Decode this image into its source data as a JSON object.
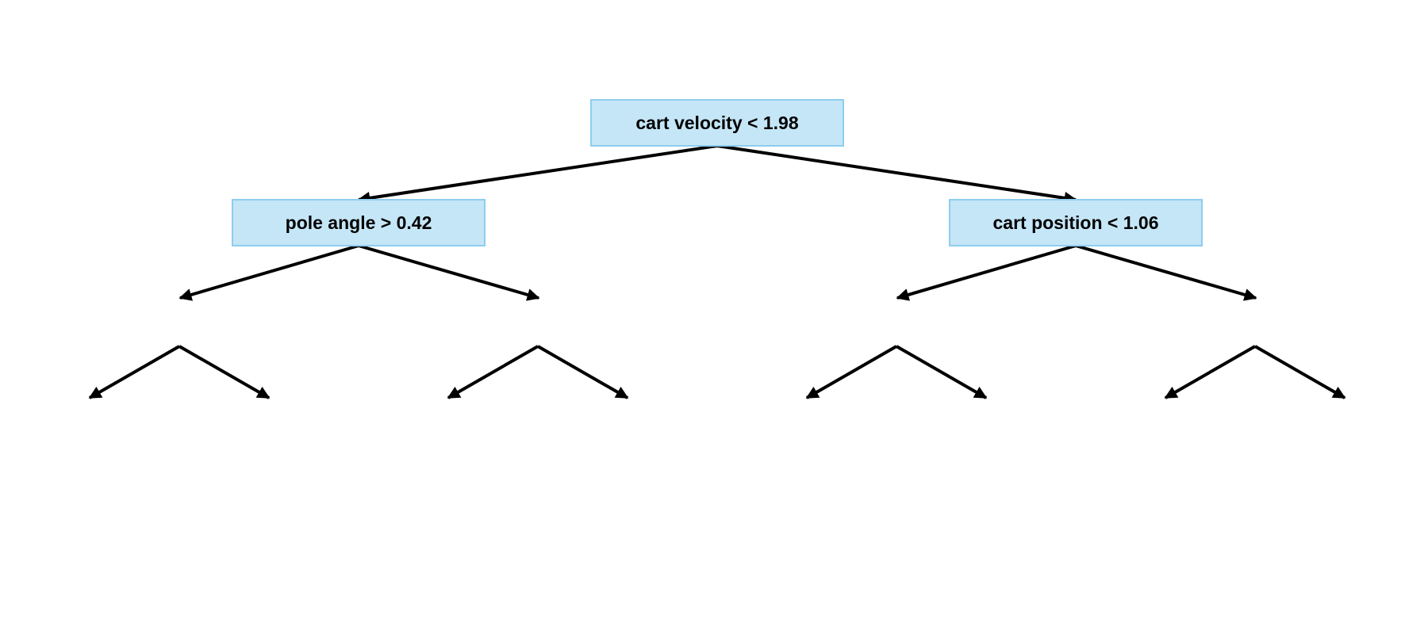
{
  "diagram": {
    "type": "decision-tree",
    "colors": {
      "node_fill": "#c5e6f7",
      "node_border": "#8ecdee",
      "edge": "#000000",
      "text": "#000000"
    },
    "nodes": [
      {
        "id": "root",
        "label": "cart velocity < 1.98"
      },
      {
        "id": "left",
        "label": "pole angle > 0.42"
      },
      {
        "id": "right",
        "label": "cart position < 1.06"
      }
    ],
    "edges": [
      [
        "root",
        "left"
      ],
      [
        "root",
        "right"
      ],
      [
        "left",
        "l1"
      ],
      [
        "left",
        "l2"
      ],
      [
        "right",
        "r1"
      ],
      [
        "right",
        "r2"
      ],
      [
        "l1",
        "l1a"
      ],
      [
        "l1",
        "l1b"
      ],
      [
        "l2",
        "l2a"
      ],
      [
        "l2",
        "l2b"
      ],
      [
        "r1",
        "r1a"
      ],
      [
        "r1",
        "r1b"
      ],
      [
        "r2",
        "r2a"
      ],
      [
        "r2",
        "r2b"
      ]
    ]
  }
}
